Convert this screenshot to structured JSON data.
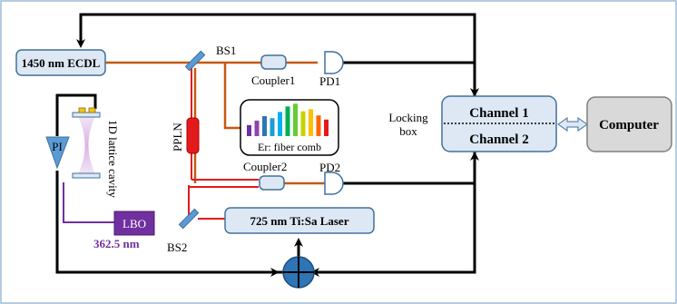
{
  "components": {
    "ecdl": "1450 nm ECDL",
    "tisa": "725 nm Ti:Sa Laser",
    "bs1": "BS1",
    "bs2": "BS2",
    "coupler1": "Coupler1",
    "coupler2": "Coupler2",
    "pd1": "PD1",
    "pd2": "PD2",
    "ppln": "PPLN",
    "lbo": "LBO",
    "lbo_wavelength": "362.5 nm",
    "cavity": "1D lattice cavity",
    "pi": "PI",
    "comb": "Er: fiber comb",
    "locking_box_line1": "Locking",
    "locking_box_line2": "box",
    "channel1": "Channel 1",
    "channel2": "Channel 2",
    "computer": "Computer"
  },
  "colors": {
    "box_fill": "#dde8f4",
    "box_stroke": "#41719c",
    "laser_1450": "#c65911",
    "laser_725": "#e31a1c",
    "uv_362": "#7030a0",
    "signal": "#000000",
    "pi_fill": "#5b9bd5",
    "sum_fill": "#2e75b6",
    "computer_fill": "#d9d9d9"
  },
  "comb_bars": [
    0.32,
    0.45,
    0.58,
    0.52,
    0.7,
    0.86,
    0.94,
    0.72,
    0.78,
    0.6,
    0.48
  ]
}
